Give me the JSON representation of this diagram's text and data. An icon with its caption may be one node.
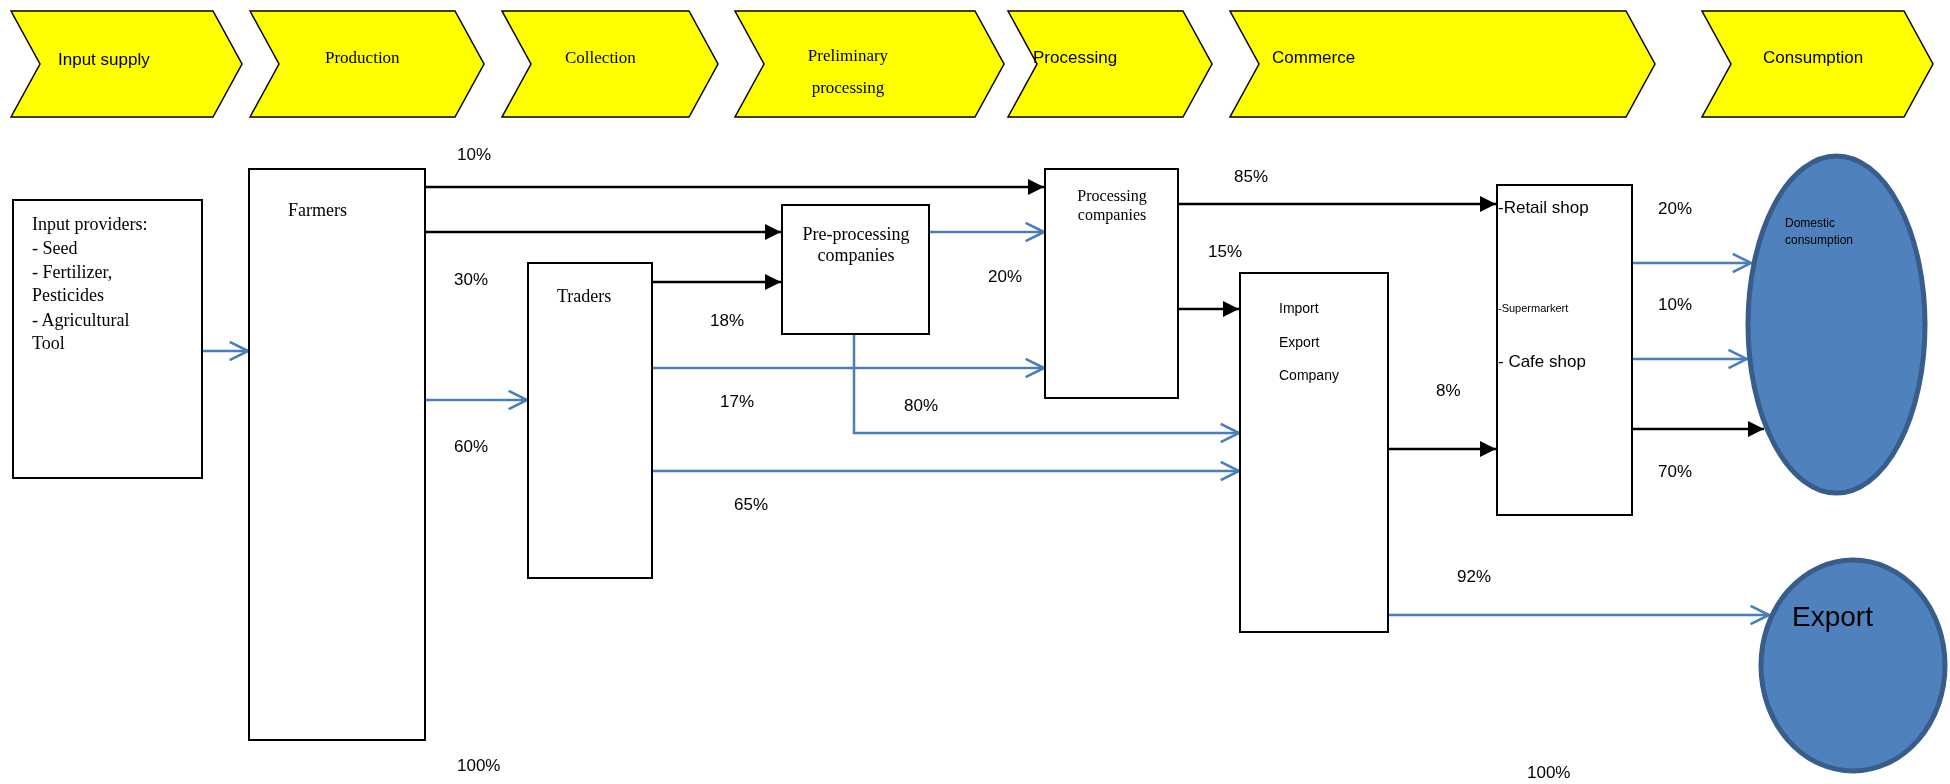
{
  "diagram": {
    "nodes": [
      {
        "text": [
          "Input supply"
        ]
      },
      {
        "text": [
          "Production"
        ]
      },
      {
        "text": [
          "Collection"
        ]
      },
      {
        "text": [
          "Preliminary processing"
        ]
      },
      {
        "text": [
          "Processing"
        ]
      },
      {
        "text": [
          "Commerce"
        ]
      },
      {
        "text": [
          "Consumption"
        ]
      },
      {
        "text": [
          "Input providers:",
          "- Seed",
          "- Fertilizer, Pesticides",
          "- Agricultural Tool"
        ]
      },
      {
        "text": [
          "Farmers"
        ]
      },
      {
        "text": [
          "Traders"
        ]
      },
      {
        "text": [
          "Pre-processing companies"
        ]
      },
      {
        "text": [
          "Processing companies"
        ]
      },
      {
        "text": [
          "Import Export Company"
        ]
      },
      {
        "text": [
          "-Retail shop",
          "-Supermarkert",
          "- Cafe shop"
        ]
      },
      {
        "text": [
          "Domestic consumption"
        ]
      },
      {
        "text": [
          "Export"
        ]
      }
    ],
    "edges": [
      {
        "from": 7,
        "to": 8,
        "arrow": "to"
      },
      {
        "from": 8,
        "to": 11,
        "arrow": "to",
        "label": "10%",
        "color": "#000000"
      },
      {
        "from": 8,
        "to": 10,
        "arrow": "to",
        "label": "30%",
        "color": "#000000"
      },
      {
        "from": 8,
        "to": 9,
        "arrow": "to",
        "label": "60%"
      },
      {
        "from": 9,
        "to": 10,
        "arrow": "to",
        "label": "18%",
        "color": "#000000"
      },
      {
        "from": 9,
        "to": 11,
        "arrow": "to",
        "label": "17%"
      },
      {
        "from": 9,
        "to": 12,
        "arrow": "to",
        "label": "65%"
      },
      {
        "from": 10,
        "to": 11,
        "arrow": "to",
        "label": "20%"
      },
      {
        "from": 10,
        "to": 12,
        "arrow": "to",
        "label": "80%"
      },
      {
        "from": 11,
        "to": 13,
        "arrow": "to",
        "label": "85%",
        "color": "#000000"
      },
      {
        "from": 11,
        "to": 12,
        "arrow": "to",
        "label": "15%",
        "color": "#000000"
      },
      {
        "from": 12,
        "to": 13,
        "arrow": "to",
        "label": "8%",
        "color": "#000000"
      },
      {
        "from": 12,
        "to": 15,
        "arrow": "to",
        "label": "92%"
      },
      {
        "from": 13,
        "to": 14,
        "arrow": "to",
        "label": "20%"
      },
      {
        "from": 13,
        "to": 14,
        "arrow": "to",
        "label": "10%"
      },
      {
        "from": 13,
        "to": 14,
        "arrow": "to",
        "label": "70%",
        "color": "#000000"
      }
    ],
    "labels": [
      "100%",
      "100%"
    ]
  }
}
